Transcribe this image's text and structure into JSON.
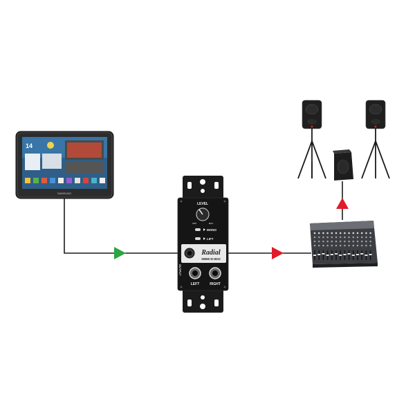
{
  "device": {
    "brand": "Radial",
    "model": "SB5W DI BOX",
    "level_label": "LEVEL",
    "level_min": "MIN",
    "level_max": "MAX",
    "mono_label": "MONO",
    "lift_label": "LIFT",
    "left_label": "LEFT",
    "right_label": "RIGHT",
    "output_label": "OUTPUT"
  },
  "tablet": {
    "brand": "SAMSUNG",
    "clock": "14"
  },
  "colors": {
    "input_arrow": "#2aa642",
    "output_arrow": "#e01b2a",
    "cable": "#1a1a1a"
  }
}
